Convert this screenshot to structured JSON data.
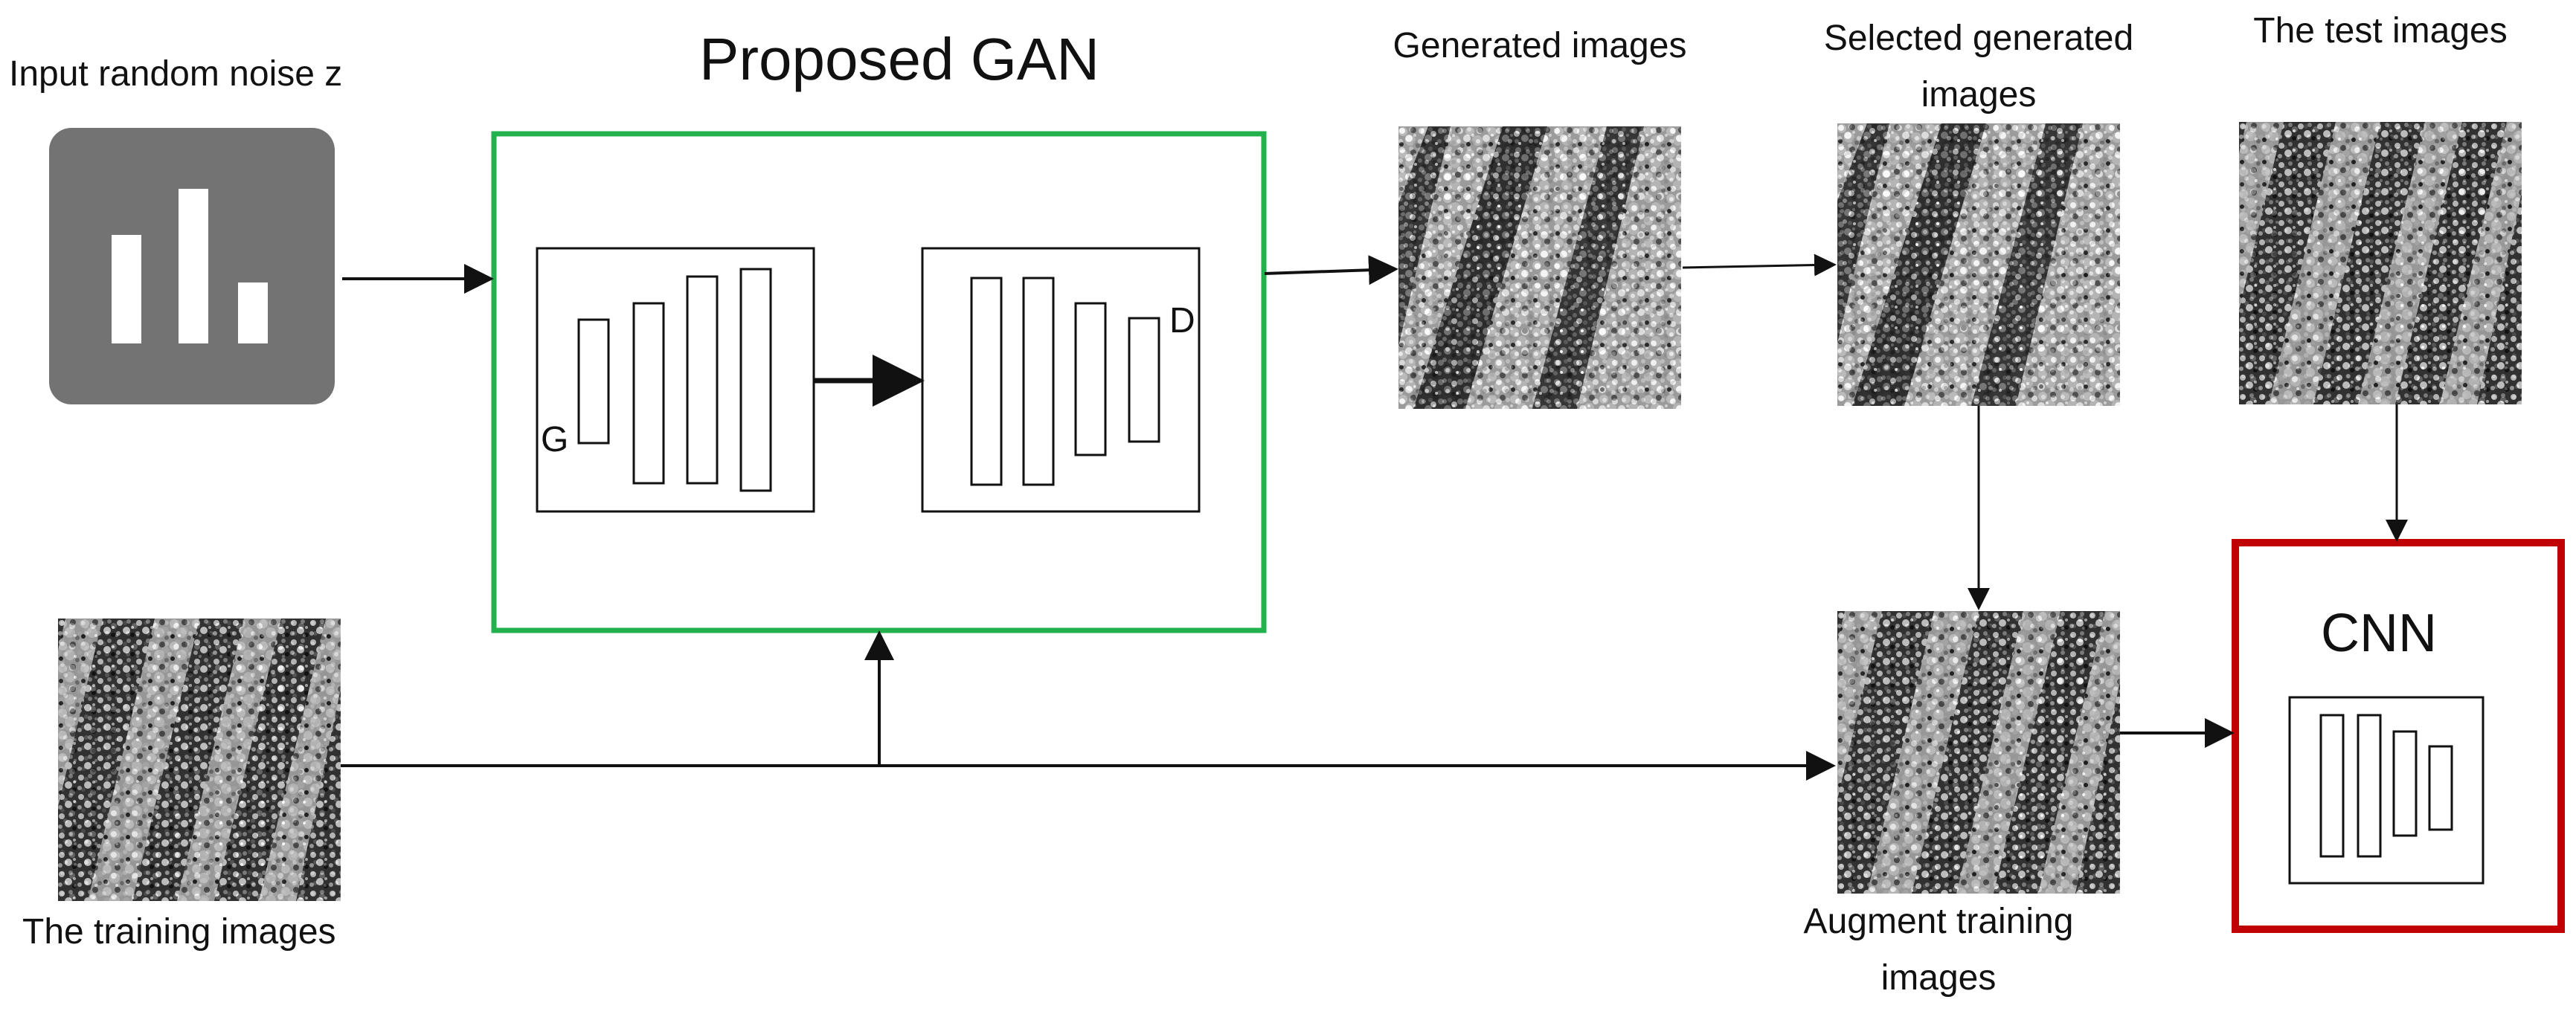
{
  "labels": {
    "input_noise": "Input  random noise z",
    "proposed_gan": "Proposed GAN",
    "generated_images": "Generated images",
    "selected_generated_line1": "Selected generated",
    "selected_generated_line2": "images",
    "test_images": "The test images",
    "training_images": "The training images",
    "augment_line1": "Augment training",
    "augment_line2": "images",
    "cnn": "CNN",
    "generator_letter": "G",
    "discriminator_letter": "D"
  },
  "colors": {
    "gan_box_border": "#22b14c",
    "cnn_box_border": "#c00000",
    "noise_icon_bg": "#737373",
    "noise_icon_bars": "#ffffff",
    "line": "#111111"
  },
  "icons": {
    "noise": "bar-chart-icon"
  }
}
